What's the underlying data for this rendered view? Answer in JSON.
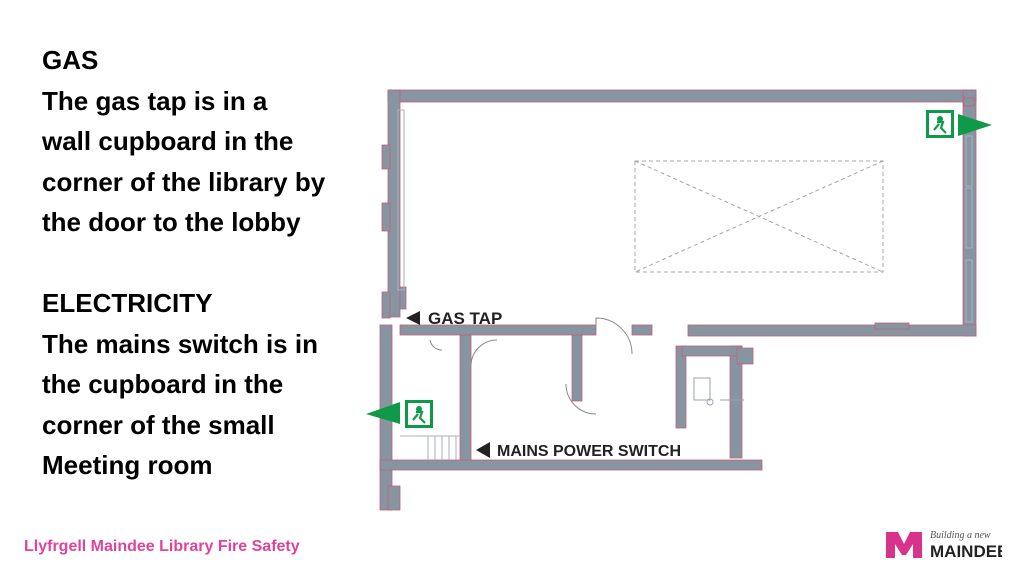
{
  "gas": {
    "heading": "GAS",
    "lines": [
      "The gas tap is in a",
      "wall cupboard in the",
      "corner of the library by",
      "the door to the lobby"
    ]
  },
  "electricity": {
    "heading": "ELECTRICITY",
    "lines": [
      "The mains switch is in",
      "the cupboard in the",
      "corner of the small",
      "Meeting room"
    ]
  },
  "plan": {
    "gas_tap_label": "GAS TAP",
    "mains_switch_label": "MAINS POWER SWITCH"
  },
  "footer": {
    "text": "Llyfrgell Maindee Library Fire Safety"
  },
  "logo": {
    "tagline": "Building a new",
    "name": "MAINDEE"
  },
  "colors": {
    "wall": "#8795a1",
    "wall_outline": "#c0607c",
    "exit_green": "#0f9a4a",
    "footer_pink": "#e0439b",
    "logo_magenta": "#d8328b"
  }
}
